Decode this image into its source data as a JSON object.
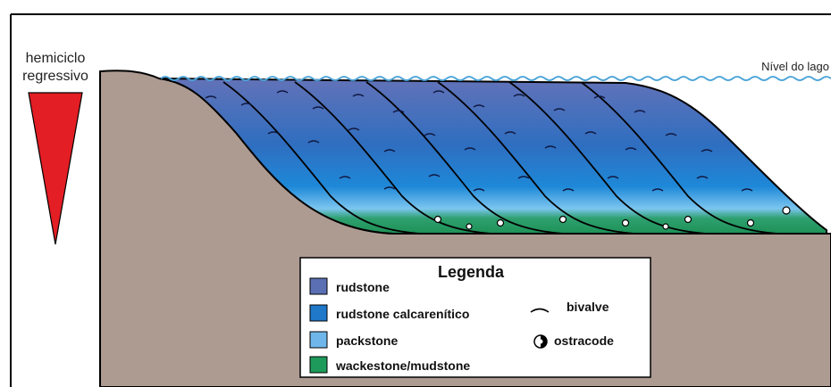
{
  "indicator": {
    "line1": "hemiciclo",
    "line2": "regressivo"
  },
  "water_level_label": "Nível do lago",
  "legend": {
    "title": "Legenda",
    "facies": [
      {
        "label": "rudstone",
        "color": "#5b6fb3"
      },
      {
        "label": "rudstone calcarenítico",
        "color": "#1f78c8"
      },
      {
        "label": "packstone",
        "color": "#6fb7ea"
      },
      {
        "label": "wackestone/mudstone",
        "color": "#1e9a5a"
      }
    ],
    "symbols": [
      {
        "icon": "bivalve-icon",
        "label": "bivalve"
      },
      {
        "icon": "ostracode-icon",
        "label": "ostracode"
      }
    ]
  },
  "colors": {
    "substrate": "#ad9b92",
    "triangle": "#e31e24",
    "water_line": "#4aa3d8"
  }
}
